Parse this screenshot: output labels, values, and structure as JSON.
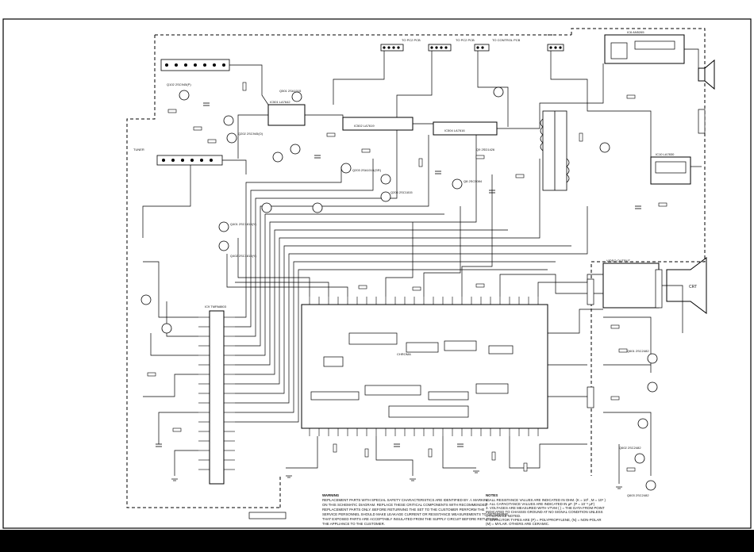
{
  "board_labels": {
    "to_pc_pcb_1": "TO PC2 PCB",
    "to_pc_pcb_2": "TO PC2 PCB",
    "to_control_pcb": "TO CONTROL PCB",
    "tuner_jack": "TUNER"
  },
  "ic_labels": {
    "ic501": "IC501 LA7642",
    "ic502": "IC502 LA7619",
    "ic504": "IC504 LA7616",
    "ic6": "IC6 AN5265",
    "ic10": "IC10 LA7830",
    "ic9": "IC9 TMPA8803",
    "chroma": "CHROMA",
    "video_output": "VIDEO OUTPUT"
  },
  "transistor_labels": {
    "q102": "Q102 2SC945(P)",
    "q202": "Q202 2SC945(O)",
    "q203": "Q203 2SA1015(GR)",
    "q204": "Q204 2SC1815",
    "q401": "Q401 2SC1815(Y)",
    "q402": "Q402 2SC1815(Y)",
    "q501": "Q501 2SA1015",
    "q8": "Q8 2SC5084",
    "q9": "Q9 2SD1426",
    "q601": "Q601 2SC2482",
    "q602": "Q602 2SC2482",
    "q603": "Q603 2SC2482"
  },
  "crt": {
    "label": "CRT"
  },
  "warning": {
    "title": "WARNING",
    "lines": [
      "REPLACEMENT PARTS WITH SPECIAL SAFETY CHARACTERISTICS ARE IDENTIFIED BY ⚠ MARKING",
      "ON THIS SCHEMATIC DIAGRAM. REPLACE THESE CRITICAL COMPONENTS WITH RECOMMENDED",
      "REPLACEMENT PARTS ONLY. BEFORE RETURNING THE SET TO THE CUSTOMER PERFORM THE",
      "SERVICE PERSONNEL SHOULD MAKE LEAKAGE CURRENT OR RESISTANCE MEASUREMENTS TO DETERMINE",
      "THAT EXPOSED PARTS ARE ACCEPTABLY INSULATED FROM THE SUPPLY CIRCUIT BEFORE RETURNING",
      "THE APPLIANCE TO THE CUSTOMER."
    ]
  },
  "notes": {
    "title": "NOTES",
    "lines": [
      "1. ALL RESISTANCE VALUES ARE INDICATED IN OHM. (K = 10³ , M = 10⁶ )",
      "2. ALL CAPACITANCE VALUES ARE INDICATED IN μF. (P = 10⁻⁶ μF)",
      "3. VOLTAGES ARE MEASURED WITH VTVM (    ) = THE DATA FROM POINT",
      "   INDICATED TO CHASSIS GROUND AT NO SIGNAL CONDITION UNLESS",
      "   OTHERWISE NOTED.",
      "4. CAPACITOR TYPES ARE (P) = POLYPROPYLENE, (N) = NON-POLAR",
      "   (M) = MYLAR. OTHERS ARE CERAMIC."
    ]
  }
}
